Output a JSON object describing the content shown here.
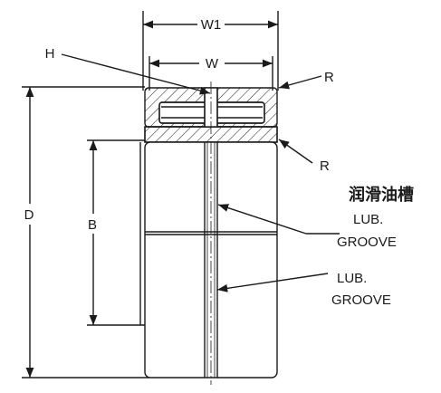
{
  "labels": {
    "w1": "W1",
    "w": "W",
    "h": "H",
    "r_top": "R",
    "r_mid": "R",
    "d": "D",
    "b": "B",
    "lub_groove_cn": "润滑油槽",
    "lub_groove_1_line1": "LUB.",
    "lub_groove_1_line2": "GROOVE",
    "lub_groove_2_line1": "LUB.",
    "lub_groove_2_line2": "GROOVE"
  },
  "colors": {
    "line": "#1a1a1a",
    "background": "#ffffff"
  }
}
